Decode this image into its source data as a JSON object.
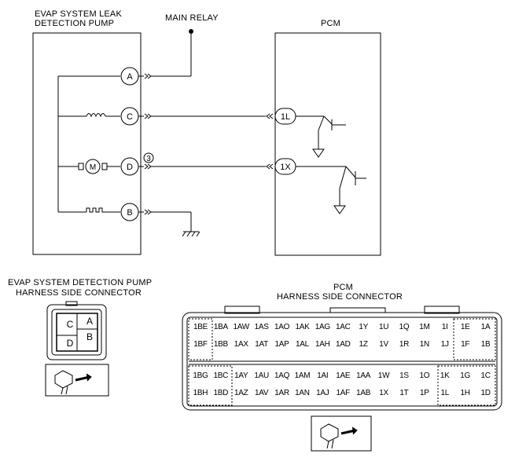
{
  "schematic": {
    "pump_title_line1": "EVAP SYSTEM LEAK",
    "pump_title_line2": "DETECTION PUMP",
    "main_relay": "MAIN RELAY",
    "pcm_label": "PCM",
    "pump_terminals": [
      "A",
      "C",
      "D",
      "B"
    ],
    "motor_symbol": "M",
    "pcm_terminals": [
      "1L",
      "1X"
    ],
    "circle_note": "3"
  },
  "pump_connector": {
    "title_line1": "EVAP SYSTEM DETECTION PUMP",
    "title_line2": "HARNESS SIDE CONNECTOR",
    "pins": [
      "C",
      "A",
      "B",
      "D"
    ]
  },
  "pcm_connector": {
    "title_line1": "PCM",
    "title_line2": "HARNESS SIDE CONNECTOR",
    "row1": [
      "1BE",
      "1BA",
      "1AW",
      "1AS",
      "1AO",
      "1AK",
      "1AG",
      "1AC",
      "1Y",
      "1U",
      "1Q",
      "1M",
      "1I",
      "1E",
      "1A"
    ],
    "row2": [
      "1BF",
      "1BB",
      "1AX",
      "1AT",
      "1AP",
      "1AL",
      "1AH",
      "1AD",
      "1Z",
      "1V",
      "1R",
      "1N",
      "1J",
      "1F",
      "1B"
    ],
    "row3": [
      "1BG",
      "1BC",
      "1AY",
      "1AU",
      "1AQ",
      "1AM",
      "1AI",
      "1AE",
      "1AA",
      "1W",
      "1S",
      "1O",
      "1K",
      "1G",
      "1C"
    ],
    "row4": [
      "1BH",
      "1BD",
      "1AZ",
      "1AV",
      "1AR",
      "1AN",
      "1AJ",
      "1AF",
      "1AB",
      "1X",
      "1T",
      "1P",
      "1L",
      "1H",
      "1D"
    ]
  }
}
